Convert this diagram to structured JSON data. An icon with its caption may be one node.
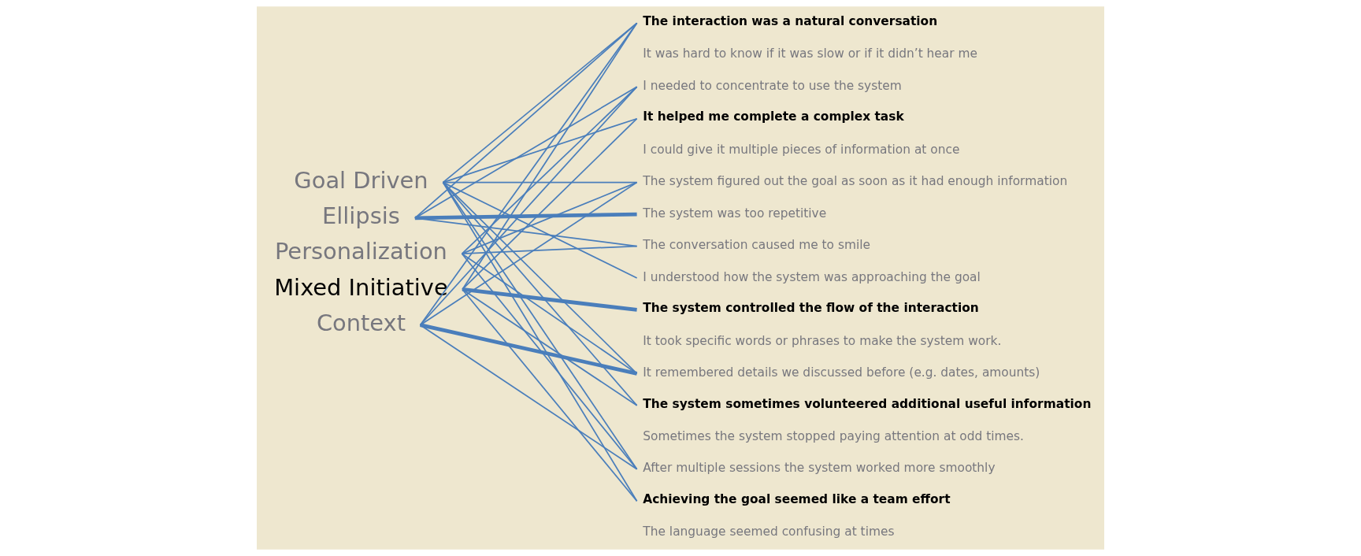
{
  "diagram": {
    "nodes": [
      {
        "text": [
          "Goal Driven"
        ]
      },
      {
        "text": [
          "Ellipsis"
        ]
      },
      {
        "text": [
          "Personalization"
        ]
      },
      {
        "text": [
          "Mixed Initiative"
        ]
      },
      {
        "text": [
          "Context"
        ]
      },
      {
        "text": [
          "The interaction was a natural conversation"
        ]
      },
      {
        "text": [
          "It was hard to know if it was slow or if it didn’t hear me"
        ]
      },
      {
        "text": [
          "I needed to concentrate to use the system"
        ]
      },
      {
        "text": [
          "It helped me complete a complex task"
        ]
      },
      {
        "text": [
          "I could give it multiple pieces of information at once"
        ]
      },
      {
        "text": [
          "The system figured out the goal as soon as it had enough information"
        ]
      },
      {
        "text": [
          "The system was too repetitive"
        ]
      },
      {
        "text": [
          "The conversation caused me to smile"
        ]
      },
      {
        "text": [
          "I understood how the system was approaching the goal"
        ]
      },
      {
        "text": [
          "The system controlled the flow of the interaction"
        ]
      },
      {
        "text": [
          "It took specific words or phrases to make the system work."
        ]
      },
      {
        "text": [
          "It remembered details we discussed before (e.g. dates, amounts)"
        ]
      },
      {
        "text": [
          "The system sometimes volunteered additional useful information"
        ]
      },
      {
        "text": [
          "Sometimes the system stopped paying attention at odd times."
        ]
      },
      {
        "text": [
          "After multiple sessions the system worked more smoothly"
        ]
      },
      {
        "text": [
          "Achieving the goal seemed like a team effort"
        ]
      },
      {
        "text": [
          "The language seemed confusing at times"
        ]
      }
    ],
    "edges": [
      {
        "from": 0,
        "to": 5,
        "arrow": "none"
      },
      {
        "from": 0,
        "to": 8,
        "arrow": "none"
      },
      {
        "from": 0,
        "to": 10,
        "arrow": "none"
      },
      {
        "from": 0,
        "to": 13,
        "arrow": "none"
      },
      {
        "from": 0,
        "to": 16,
        "arrow": "none"
      },
      {
        "from": 0,
        "to": 17,
        "arrow": "none"
      },
      {
        "from": 0,
        "to": 19,
        "arrow": "none"
      },
      {
        "from": 0,
        "to": 20,
        "arrow": "none"
      },
      {
        "from": 1,
        "to": 5,
        "arrow": "none"
      },
      {
        "from": 1,
        "to": 7,
        "arrow": "none"
      },
      {
        "from": 1,
        "to": 11,
        "arrow": "none",
        "style": "thick"
      },
      {
        "from": 1,
        "to": 12,
        "arrow": "none"
      },
      {
        "from": 2,
        "to": 7,
        "arrow": "none"
      },
      {
        "from": 2,
        "to": 10,
        "arrow": "none"
      },
      {
        "from": 2,
        "to": 12,
        "arrow": "none"
      },
      {
        "from": 2,
        "to": 16,
        "arrow": "none"
      },
      {
        "from": 2,
        "to": 19,
        "arrow": "none"
      },
      {
        "from": 3,
        "to": 5,
        "arrow": "none"
      },
      {
        "from": 3,
        "to": 8,
        "arrow": "none"
      },
      {
        "from": 3,
        "to": 14,
        "arrow": "none",
        "style": "thick"
      },
      {
        "from": 3,
        "to": 17,
        "arrow": "none"
      },
      {
        "from": 3,
        "to": 20,
        "arrow": "none"
      },
      {
        "from": 4,
        "to": 5,
        "arrow": "none"
      },
      {
        "from": 4,
        "to": 7,
        "arrow": "none"
      },
      {
        "from": 4,
        "to": 10,
        "arrow": "none"
      },
      {
        "from": 4,
        "to": 16,
        "arrow": "none",
        "style": "thick"
      },
      {
        "from": 4,
        "to": 19,
        "arrow": "none"
      }
    ]
  }
}
